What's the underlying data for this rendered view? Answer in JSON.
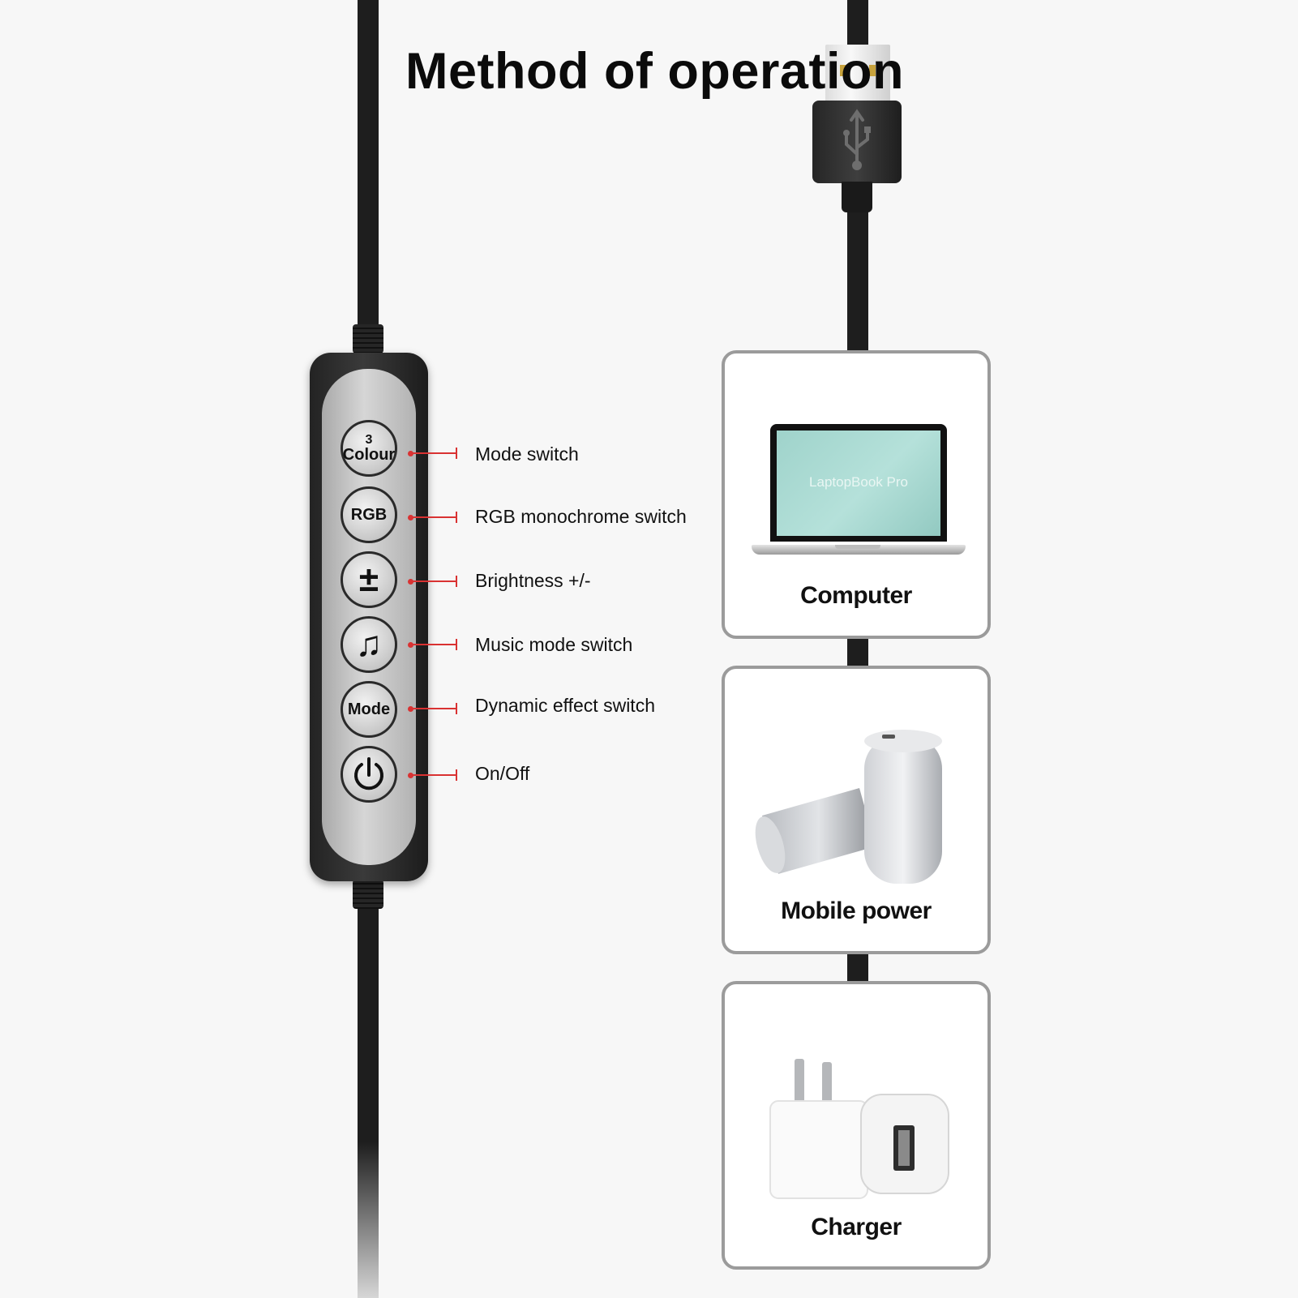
{
  "title": "Method of operation",
  "remote": {
    "buttons": [
      {
        "line1": "3",
        "line2": "Colour",
        "icon": "three-colour-text"
      },
      {
        "line1": "RGB",
        "icon": "rgb-text"
      },
      {
        "line1": "±",
        "icon": "plus-minus-icon"
      },
      {
        "line1": "♫",
        "icon": "music-note-icon"
      },
      {
        "line1": "Mode",
        "icon": "mode-text"
      },
      {
        "line1": "⏻",
        "icon": "power-icon"
      }
    ],
    "labels": [
      "Mode switch",
      "RGB monochrome switch",
      "Brightness +/-",
      "Music mode switch",
      "Dynamic effect switch",
      "On/Off"
    ]
  },
  "power_sources": [
    {
      "label": "Computer",
      "device_text": "LaptopBook Pro"
    },
    {
      "label": "Mobile power"
    },
    {
      "label": "Charger"
    }
  ],
  "colors": {
    "callout": "#d93232",
    "cable": "#1e1e1e",
    "card_border": "#9b9b9b"
  }
}
